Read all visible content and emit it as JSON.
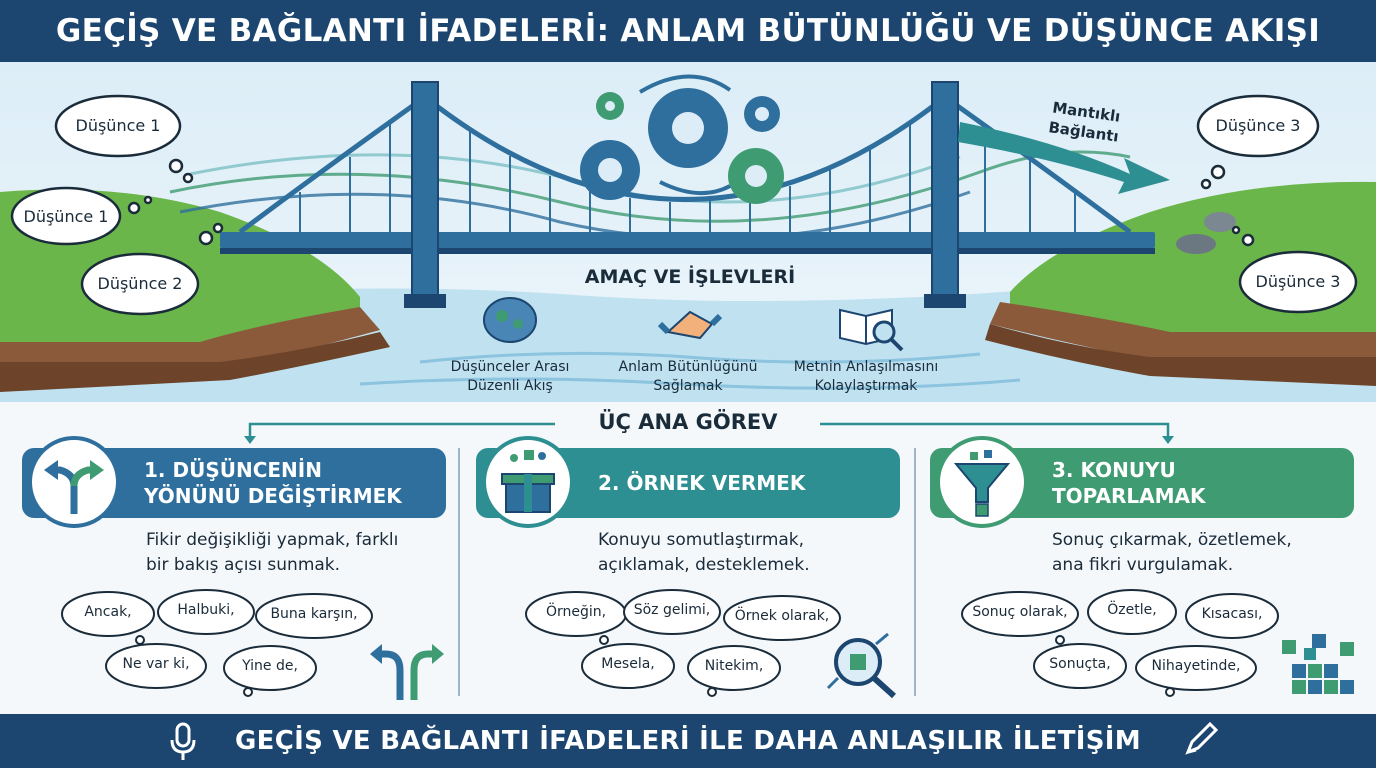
{
  "title": "GEÇİŞ VE BAĞLANTI İFADELERİ: ANLAM BÜTÜNLÜĞÜ VE DÜŞÜNCE AKIŞI",
  "hero": {
    "clouds": [
      "Düşünce 1",
      "Düşünce 1",
      "Düşünce 2",
      "Düşünce 3",
      "Düşünce 3"
    ],
    "arrow_label_1": "Mantıklı",
    "arrow_label_2": "Bağlantı"
  },
  "purpose": {
    "title": "AMAÇ VE İŞLEVLERİ",
    "items": [
      {
        "line1": "Düşünceler Arası",
        "line2": "Düzenli Akış",
        "icon": "brain-gears-icon"
      },
      {
        "line1": "Anlam Bütünlüğünü",
        "line2": "Sağlamak",
        "icon": "handshake-icon"
      },
      {
        "line1": "Metnin Anlaşılmasını",
        "line2": "Kolaylaştırmak",
        "icon": "book-magnifier-icon"
      }
    ]
  },
  "tasks_title": "ÜÇ ANA GÖREV",
  "tasks": [
    {
      "title_line1": "1. DÜŞÜNCENİN",
      "title_line2": "YÖNÜNÜ DEĞİŞTİRMEK",
      "desc_line1": "Fikir değişikliği yapmak, farklı",
      "desc_line2": "bir bakış açısı sunmak.",
      "examples": [
        "Ancak,",
        "Halbuki,",
        "Buna karşın,",
        "Ne var ki,",
        "Yine de,"
      ],
      "icon": "direction-arrows-icon"
    },
    {
      "title_line1": "2. ÖRNEK VERMEK",
      "desc_line1": "Konuyu somutlaştırmak,",
      "desc_line2": "açıklamak, desteklemek.",
      "examples": [
        "Örneğin,",
        "Söz gelimi,",
        "Örnek olarak,",
        "Mesela,",
        "Nitekim,"
      ],
      "icon": "gift-box-icon"
    },
    {
      "title_line1": "3. KONUYU",
      "title_line2": "TOPARLAMAK",
      "desc_line1": "Sonuç çıkarmak, özetlemek,",
      "desc_line2": "ana fikri vurgulamak.",
      "examples": [
        "Sonuç olarak,",
        "Özetle,",
        "Kısacası,",
        "Sonuçta,",
        "Nihayetinde,"
      ],
      "icon": "funnel-icon"
    }
  ],
  "footer": "GEÇİŞ VE BAĞLANTI İFADELERİ İLE DAHA ANLAŞILIR İLETİŞİM",
  "colors": {
    "navy": "#1c4670",
    "blue": "#2f6f9e",
    "teal": "#2e8f93",
    "green": "#3e9b72",
    "grass": "#6bb64a",
    "water": "#bfe1f0"
  }
}
